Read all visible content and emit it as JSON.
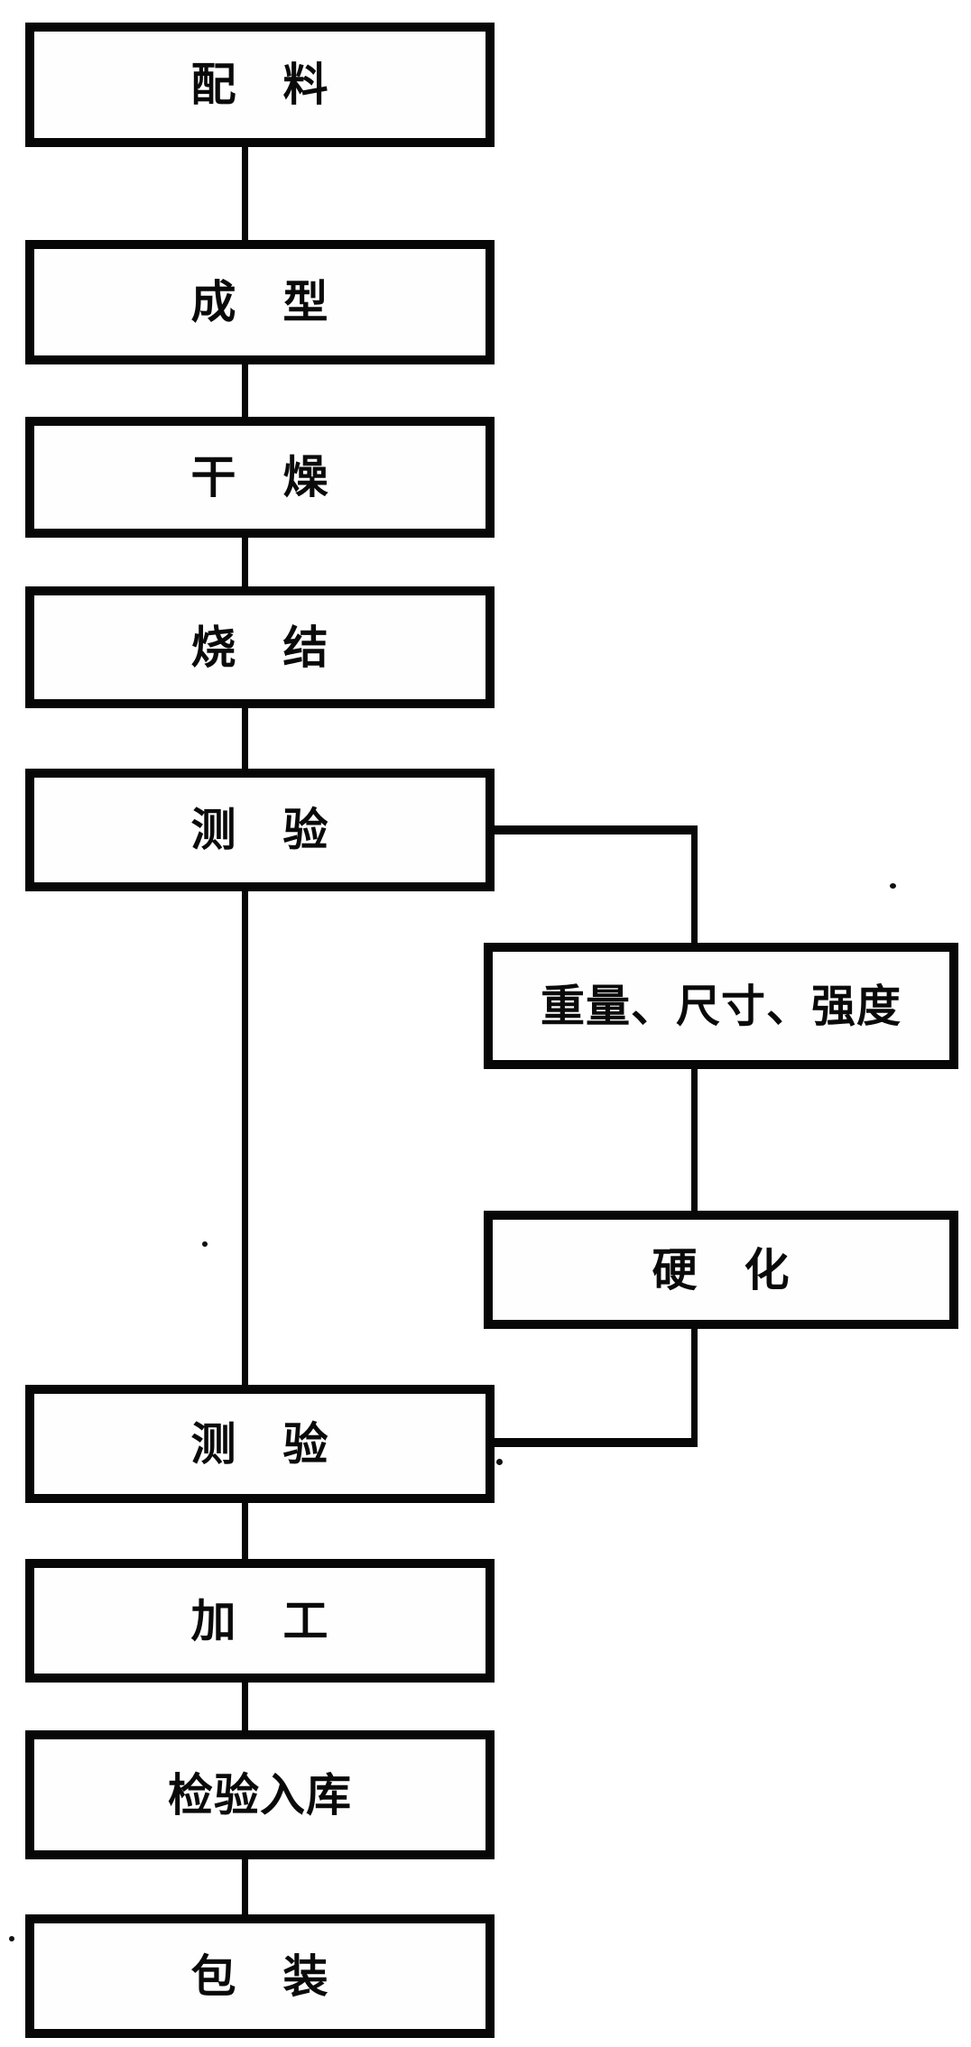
{
  "figure": {
    "type": "flowchart",
    "description": "Scanned vertical production-process flowchart with Chinese labels",
    "background_color": "#ffffff",
    "ink_color": "#070707"
  },
  "nodes": [
    {
      "id": "n1",
      "label": "配　料"
    },
    {
      "id": "n2",
      "label": "成　型"
    },
    {
      "id": "n3",
      "label": "干　燥"
    },
    {
      "id": "n4",
      "label": "烧　结"
    },
    {
      "id": "n5",
      "label": "测　验"
    },
    {
      "id": "n6",
      "label": "重量、尺寸、强度"
    },
    {
      "id": "n7",
      "label": "硬　化"
    },
    {
      "id": "n8",
      "label": "测　验"
    },
    {
      "id": "n9",
      "label": "加　工"
    },
    {
      "id": "n10",
      "label": "检验入库"
    },
    {
      "id": "n11",
      "label": "包　装"
    }
  ],
  "edges": [
    {
      "from": "n1",
      "to": "n2"
    },
    {
      "from": "n2",
      "to": "n3"
    },
    {
      "from": "n3",
      "to": "n4"
    },
    {
      "from": "n4",
      "to": "n5"
    },
    {
      "from": "n5",
      "to": "n8"
    },
    {
      "from": "n5",
      "to": "n6"
    },
    {
      "from": "n6",
      "to": "n7"
    },
    {
      "from": "n7",
      "to": "n8"
    },
    {
      "from": "n8",
      "to": "n9"
    },
    {
      "from": "n9",
      "to": "n10"
    },
    {
      "from": "n10",
      "to": "n11"
    }
  ]
}
